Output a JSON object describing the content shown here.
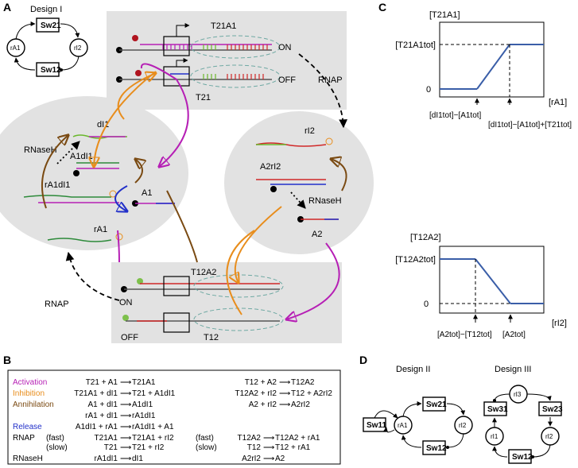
{
  "panels": {
    "a": "A",
    "b": "B",
    "c": "C",
    "d": "D"
  },
  "design1": {
    "title": "Design I",
    "sw21": "Sw21",
    "sw12": "Sw12",
    "ra1": "rA1",
    "ri2": "rI2"
  },
  "panelA": {
    "t21a1": "T21A1",
    "t21": "T21",
    "on_top": "ON",
    "off_top": "OFF",
    "rnap_right": "RNAP",
    "rnap_left": "RNAP",
    "di1": "dI1",
    "rnaseh_left": "RNaseH",
    "a1di1": "A1dI1",
    "ra1di1": "rA1dI1",
    "a1": "A1",
    "ra1": "rA1",
    "ri2": "rI2",
    "a2ri2": "A2rI2",
    "rnaseh_right": "RNaseH",
    "a2": "A2",
    "t12a2": "T12A2",
    "t12": "T12",
    "on_bottom": "ON",
    "off_bottom": "OFF"
  },
  "panelB": {
    "categories": [
      {
        "label": "Activation",
        "color": "#b61fb5"
      },
      {
        "label": "Inhibition",
        "color": "#e88d1c"
      },
      {
        "label": "Annihilation",
        "color": "#7a4a12"
      },
      {
        "label": "Release",
        "color": "#2230c9"
      },
      {
        "label": "RNAP",
        "color": "#000000"
      },
      {
        "label": "RNaseH",
        "color": "#000000"
      }
    ],
    "fast": "(fast)",
    "slow": "(slow)",
    "arrow": "⟶",
    "rows": [
      {
        "l1": "T21 + A1",
        "r1": "T21A1",
        "l2": "T12 + A2",
        "r2": "T12A2"
      },
      {
        "l1": "T21A1 + dI1",
        "r1": "T21 + A1dI1",
        "l2": "T12A2 + rI2",
        "r2": "T12 + A2rI2"
      },
      {
        "l1": "A1 + dI1",
        "r1": "A1dI1",
        "l2": "A2 + rI2",
        "r2": "A2rI2"
      },
      {
        "l1": "rA1 + dI1",
        "r1": "rA1dI1",
        "l2": "",
        "r2": ""
      },
      {
        "l1": "A1dI1 + rA1",
        "r1": "rA1dI1 + A1",
        "l2": "",
        "r2": ""
      },
      {
        "l1": "T21A1",
        "r1": "T21A1 + rI2",
        "l2": "T12A2",
        "r2": "T12A2 + rA1"
      },
      {
        "l1": "T21",
        "r1": "T21 + rI2",
        "l2": "T12",
        "r2": "T12 + rA1"
      },
      {
        "l1": "rA1dI1",
        "r1": "dI1",
        "l2": "A2rI2",
        "r2": "A2"
      }
    ]
  },
  "panelC": {
    "top": {
      "ylabel": "[T21A1]",
      "ytick_max": "[T21A1tot]",
      "ytick_zero": "0",
      "xlabel": "[rA1]",
      "xtick1": "[dI1tot]−[A1tot]",
      "xtick2": "[dI1tot]−[A1tot]+[T21tot]"
    },
    "bottom": {
      "ylabel": "[T12A2]",
      "ytick_max": "[T12A2tot]",
      "ytick_zero": "0",
      "xlabel": "[rI2]",
      "xtick1": "[A2tot]−[T12tot]",
      "xtick2": "[A2tot]"
    }
  },
  "panelD": {
    "design2": {
      "title": "Design II",
      "sw11": "Sw11",
      "sw21": "Sw21",
      "sw12": "Sw12",
      "ra1": "rA1",
      "ri2": "rI2"
    },
    "design3": {
      "title": "Design III",
      "ri3": "rI3",
      "sw31": "Sw31",
      "sw23": "Sw23",
      "ri1": "rI1",
      "ri2": "rI2",
      "sw12": "Sw12"
    }
  },
  "colors": {
    "activation": "#b61fb5",
    "inhibition": "#e88d1c",
    "annihilation": "#7a4a12",
    "release": "#2230c9",
    "plot_line": "#3a5ea8",
    "panel_gray": "#e0e0e0"
  }
}
